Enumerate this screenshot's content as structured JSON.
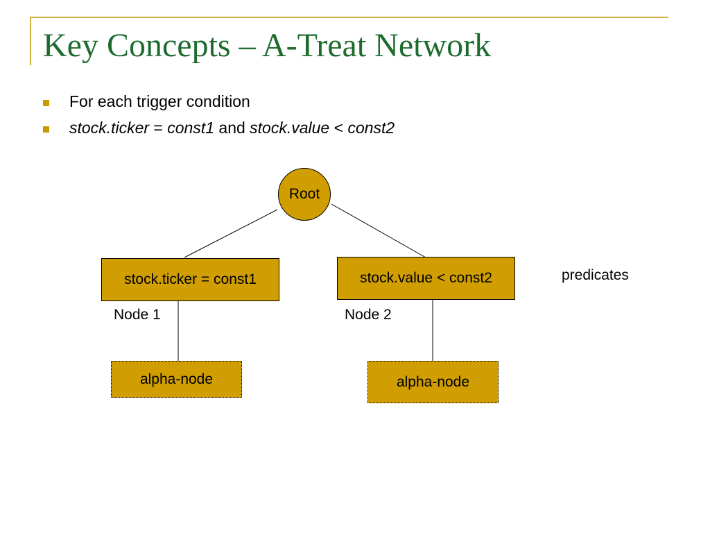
{
  "title": "Key Concepts – A-Treat Network",
  "bullets": {
    "b1": "For each trigger condition",
    "b2": {
      "p1": "stock.ticker",
      "p2": " = ",
      "p3": "const1",
      "p4": " and ",
      "p5": "stock.value",
      "p6": " < ",
      "p7": "const2"
    }
  },
  "diagram": {
    "root": "Root",
    "node1_predicate": "stock.ticker = const1",
    "node2_predicate": "stock.value < const2",
    "node1_label": "Node 1",
    "node2_label": "Node 2",
    "alpha1": "alpha-node",
    "alpha2": "alpha-node",
    "predicates_label": "predicates"
  },
  "colors": {
    "title": "#1e6b2e",
    "accent": "#cfb040",
    "node_fill": "#d09e00"
  }
}
